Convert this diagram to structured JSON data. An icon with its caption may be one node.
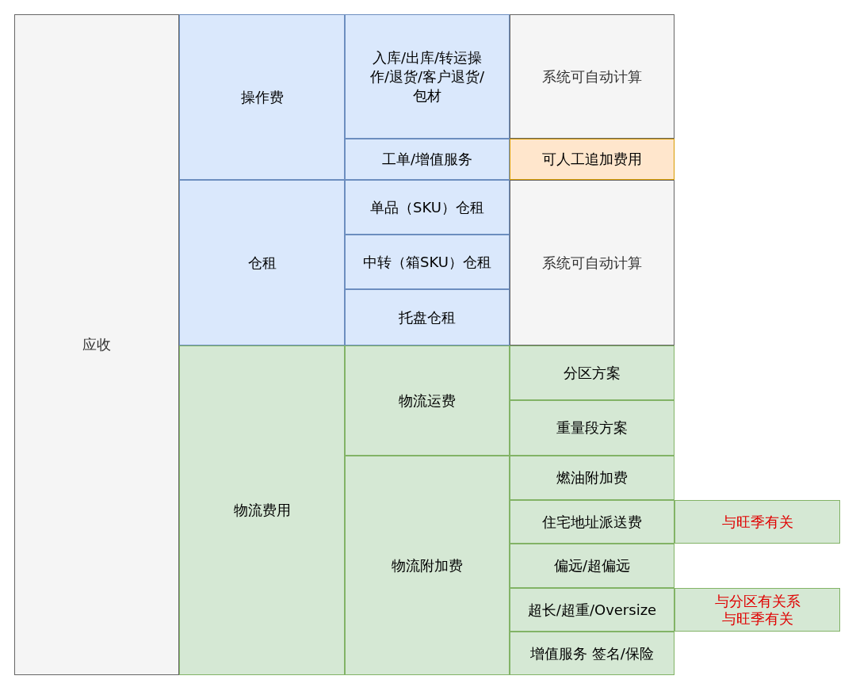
{
  "diagram": {
    "nodes": [
      {
        "text": [
          "应收"
        ]
      },
      {
        "text": [
          "操作费"
        ]
      },
      {
        "text": [
          "入库/出库/转运操作/退货/客户退货/包材"
        ]
      },
      {
        "text": [
          "工单/增值服务"
        ]
      },
      {
        "text": [
          "系统可自动计算"
        ]
      },
      {
        "text": [
          "可人工追加费用"
        ]
      },
      {
        "text": [
          "仓租"
        ]
      },
      {
        "text": [
          "单品（SKU）仓租"
        ]
      },
      {
        "text": [
          "中转（箱SKU）仓租"
        ]
      },
      {
        "text": [
          "托盘仓租"
        ]
      },
      {
        "text": [
          "系统可自动计算"
        ]
      },
      {
        "text": [
          "物流费用"
        ]
      },
      {
        "text": [
          "物流运费"
        ]
      },
      {
        "text": [
          "分区方案"
        ]
      },
      {
        "text": [
          "重量段方案"
        ]
      },
      {
        "text": [
          "物流附加费"
        ]
      },
      {
        "text": [
          "燃油附加费"
        ]
      },
      {
        "text": [
          "住宅地址派送费"
        ]
      },
      {
        "text": [
          "与旺季有关"
        ]
      },
      {
        "text": [
          "偏远/超偏远"
        ]
      },
      {
        "text": [
          "超长/超重/Oversize"
        ]
      },
      {
        "text": [
          "与分区有关系与旺季有关"
        ]
      },
      {
        "text": [
          "增值服务 签名/保险"
        ]
      }
    ]
  }
}
